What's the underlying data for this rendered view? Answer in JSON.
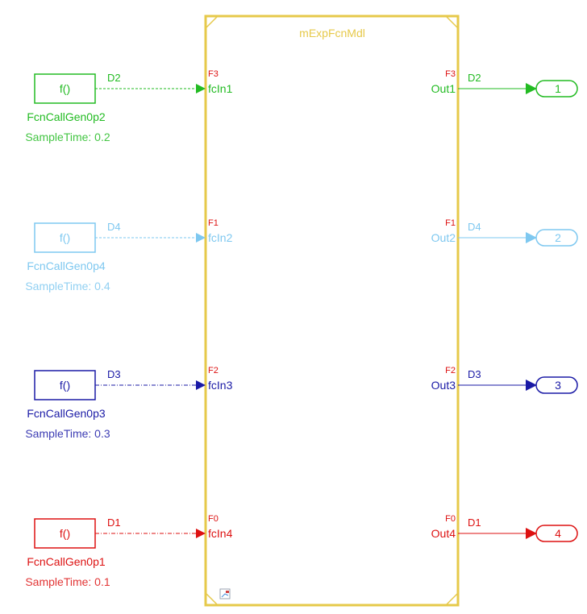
{
  "subsystem": {
    "title": "mExpFcnMdl",
    "border_color": "#e6c94a"
  },
  "rows": [
    {
      "color": "#22bb22",
      "gen_text": "f()",
      "gen_name": "FcnCallGen0p2",
      "sample_time": "SampleTime: 0.2",
      "in_signal": "D2",
      "in_rate": "F3",
      "in_port": "fcIn1",
      "out_port": "Out1",
      "out_rate": "F3",
      "out_signal": "D2",
      "outport_num": "1",
      "line": "dashed"
    },
    {
      "color": "#7ec8f0",
      "gen_text": "f()",
      "gen_name": "FcnCallGen0p4",
      "sample_time": "SampleTime: 0.4",
      "in_signal": "D4",
      "in_rate": "F1",
      "in_port": "fcIn2",
      "out_port": "Out2",
      "out_rate": "F1",
      "out_signal": "D4",
      "outport_num": "2",
      "line": "dashed"
    },
    {
      "color": "#1a1aa6",
      "gen_text": "f()",
      "gen_name": "FcnCallGen0p3",
      "sample_time": "SampleTime: 0.3",
      "in_signal": "D3",
      "in_rate": "F2",
      "in_port": "fcIn3",
      "out_port": "Out3",
      "out_rate": "F2",
      "out_signal": "D3",
      "outport_num": "3",
      "line": "dashdot"
    },
    {
      "color": "#dd1111",
      "gen_text": "f()",
      "gen_name": "FcnCallGen0p1",
      "sample_time": "SampleTime: 0.1",
      "in_signal": "D1",
      "in_rate": "F0",
      "in_port": "fcIn4",
      "out_port": "Out4",
      "out_rate": "F0",
      "out_signal": "D1",
      "outport_num": "4",
      "line": "dashdot"
    }
  ],
  "colors": {
    "rate_label": "#dd1111"
  }
}
